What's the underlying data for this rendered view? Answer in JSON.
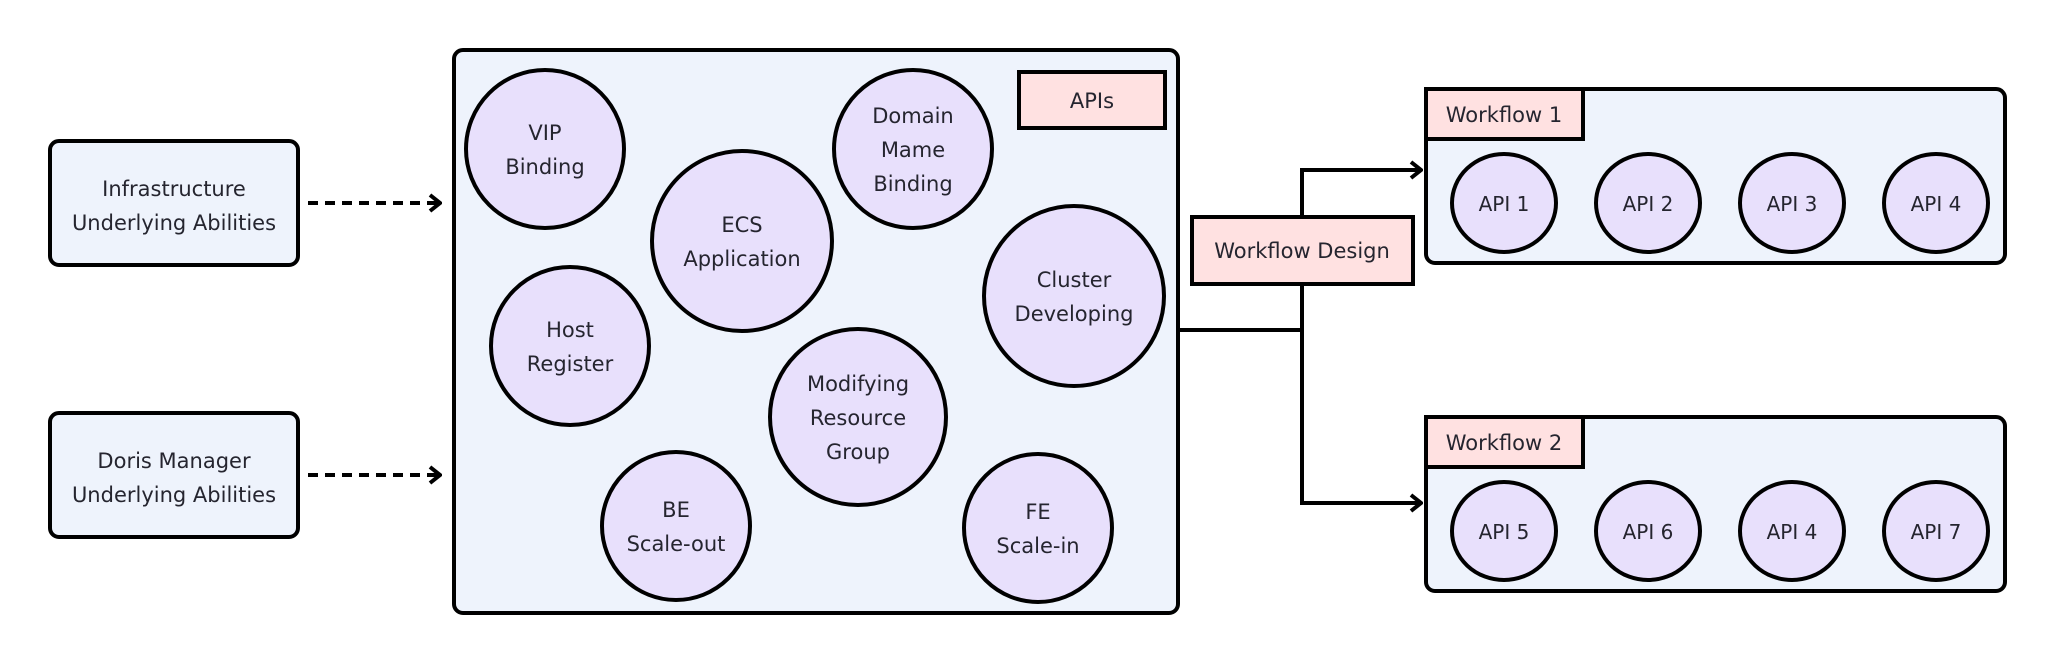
{
  "colors": {
    "box_fill": "#eef3fc",
    "circle_fill": "#e8e0fc",
    "label_fill": "#ffe1e1",
    "stroke": "#000000",
    "text": "#25252f"
  },
  "sources": [
    {
      "lines": [
        "Infrastructure",
        "Underlying Abilities"
      ]
    },
    {
      "lines": [
        "Doris Manager",
        "Underlying Abilities"
      ]
    }
  ],
  "apis_panel": {
    "title": "APIs",
    "items": [
      {
        "lines": [
          "VIP",
          "Binding"
        ]
      },
      {
        "lines": [
          "ECS",
          "Application"
        ]
      },
      {
        "lines": [
          "Domain",
          "Mame",
          "Binding"
        ]
      },
      {
        "lines": [
          "Host",
          "Register"
        ]
      },
      {
        "lines": [
          "Cluster",
          "Developing"
        ]
      },
      {
        "lines": [
          "Modifying",
          "Resource",
          "Group"
        ]
      },
      {
        "lines": [
          "BE",
          "Scale-out"
        ]
      },
      {
        "lines": [
          "FE",
          "Scale-in"
        ]
      }
    ]
  },
  "workflow_design": {
    "label": "Workflow Design"
  },
  "workflows": [
    {
      "title": "Workflow 1",
      "apis": [
        "API 1",
        "API 2",
        "API 3",
        "API 4"
      ]
    },
    {
      "title": "Workflow 2",
      "apis": [
        "API 5",
        "API 6",
        "API 4",
        "API 7"
      ]
    }
  ]
}
